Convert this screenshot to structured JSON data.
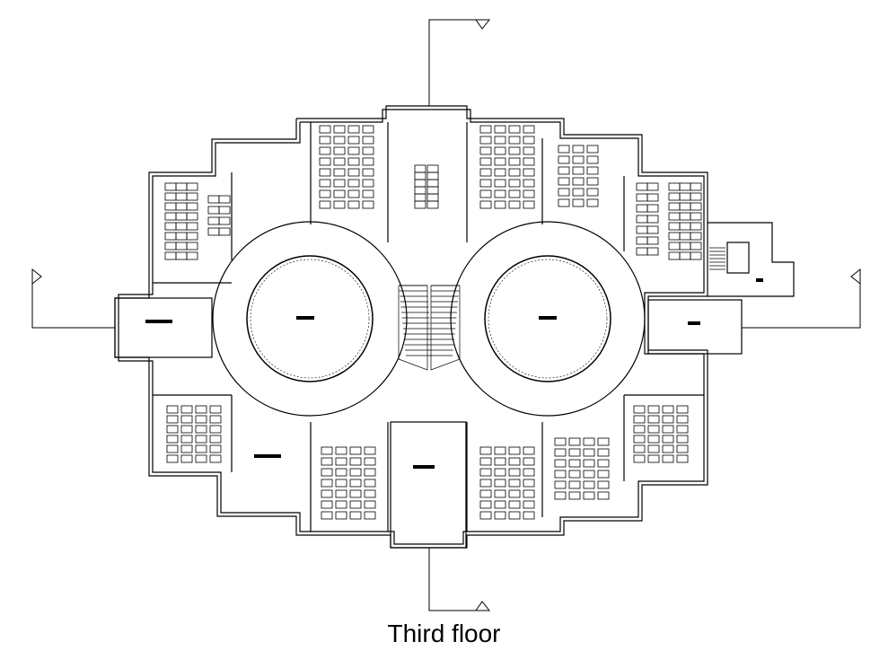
{
  "caption": "Third floor",
  "colors": {
    "line": "#000000",
    "background": "#ffffff"
  },
  "rooms": {
    "classroom_count": 12,
    "atrium_count": 2
  }
}
